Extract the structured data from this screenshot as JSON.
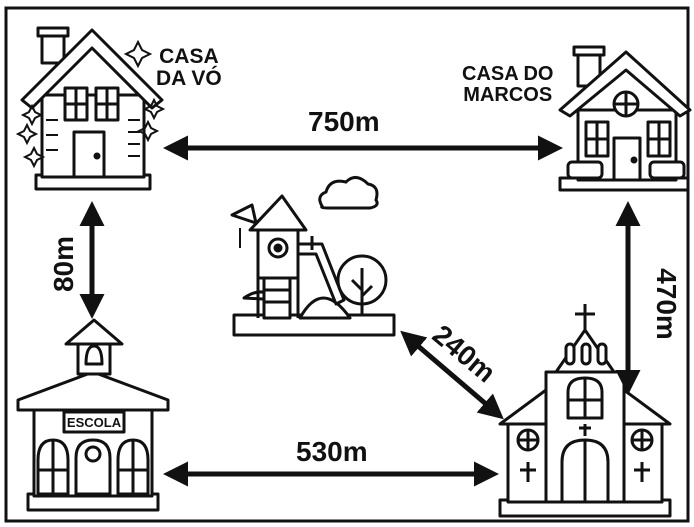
{
  "places": {
    "grandma_house": "CASA\nDA VÓ",
    "marcos_house": "CASA DO\nMARCOS",
    "school_sign": "ESCOLA"
  },
  "distances": {
    "grandma_to_marcos": "750m",
    "grandma_to_school": "80m",
    "marcos_to_church": "470m",
    "playground_to_church": "240m",
    "school_to_church": "530m"
  }
}
